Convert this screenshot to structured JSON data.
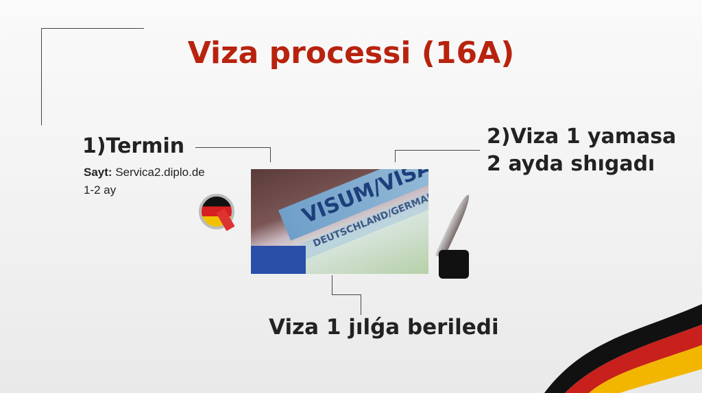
{
  "slide": {
    "title": "Viza processi (16A)",
    "step1": {
      "heading": "1)Termin",
      "site_label": "Sayt:",
      "site_value": "Servica2.diplo.de",
      "duration": "1-2 ay"
    },
    "step2": {
      "line1": "2)Viza 1 yamasa",
      "line2": "2 ayda shıgadı"
    },
    "result": "Viza 1 jılǵa beriledi",
    "photo_text": {
      "line1": "VISUM/VISA",
      "line2": "DEUTSCHLAND/GERMANY"
    },
    "colors": {
      "title": "#b8230e",
      "text": "#222222"
    }
  }
}
